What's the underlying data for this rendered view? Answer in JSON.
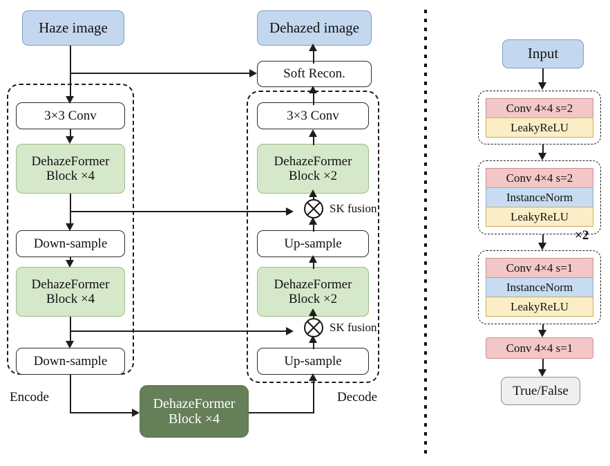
{
  "figure": {
    "title": "DehazeFormer generator and PatchGAN discriminator architecture",
    "separator": "vertical-dotted-divider"
  },
  "colors": {
    "input_blue": "#c3d8ef",
    "block_green": "#d6e8ca",
    "bottleneck_green": "#657f59",
    "conv_pink": "#f3c7c7",
    "norm_blue": "#c7dcf2",
    "activation_yellow": "#fbeec6",
    "output_gray": "#efefef",
    "stroke": "#1d1d1d"
  },
  "generator": {
    "input_label": "Haze image",
    "output_label": "Dehazed image",
    "soft_recon_label": "Soft Recon.",
    "encoder_caption": "Encode",
    "decoder_caption": "Decode",
    "encoder": {
      "conv_in": "3×3 Conv",
      "block1_line1": "DehazeFormer",
      "block1_line2": "Block ×4",
      "down1": "Down-sample",
      "block2_line1": "DehazeFormer",
      "block2_line2": "Block ×4",
      "down2": "Down-sample"
    },
    "bottleneck": {
      "line1": "DehazeFormer",
      "line2": "Block ×4"
    },
    "decoder": {
      "conv_out": "3×3 Conv",
      "block1_line1": "DehazeFormer",
      "block1_line2": "Block ×2",
      "up1": "Up-sample",
      "block2_line1": "DehazeFormer",
      "block2_line2": "Block ×2",
      "up2": "Up-sample"
    },
    "fusion": {
      "label_top": "SK fusion",
      "label_bottom": "SK fusion",
      "symbol": "circled-cross"
    }
  },
  "discriminator": {
    "input_label": "Input",
    "output_label": "True/False",
    "repeat_annotation": "×2",
    "stage1": {
      "conv": "Conv 4×4 s=2",
      "activation": "LeakyReLU"
    },
    "stage2": {
      "conv": "Conv 4×4 s=2",
      "norm": "InstanceNorm",
      "activation": "LeakyReLU"
    },
    "stage3": {
      "conv": "Conv 4×4 s=1",
      "norm": "InstanceNorm",
      "activation": "LeakyReLU"
    },
    "final_conv": "Conv 4×4 s=1"
  }
}
